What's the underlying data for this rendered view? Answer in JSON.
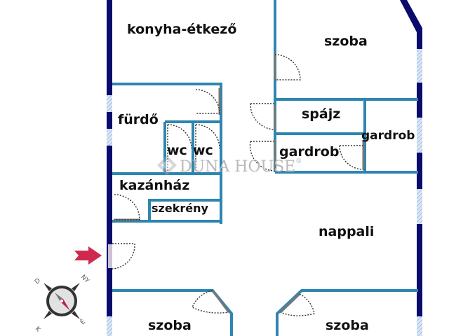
{
  "floorplan": {
    "rooms": [
      {
        "id": "konyha",
        "label": "konyha-étkező"
      },
      {
        "id": "szoba-top",
        "label": "szoba"
      },
      {
        "id": "furdo",
        "label": "fürdő"
      },
      {
        "id": "wc1",
        "label": "wc"
      },
      {
        "id": "wc2",
        "label": "wc"
      },
      {
        "id": "spajz",
        "label": "spájz"
      },
      {
        "id": "gardrob1",
        "label": "gardrob"
      },
      {
        "id": "gardrob2",
        "label": "gardrob"
      },
      {
        "id": "kazanhaz",
        "label": "kazánház"
      },
      {
        "id": "szekreny",
        "label": "szekrény"
      },
      {
        "id": "nappali",
        "label": "nappali"
      },
      {
        "id": "szoba-bl",
        "label": "szoba"
      },
      {
        "id": "szoba-br",
        "label": "szoba"
      }
    ],
    "entrance_arrow": "entrance-arrow-icon",
    "compass": {
      "labels": {
        "north": "É",
        "east": "K",
        "south": "D",
        "west": "NY"
      },
      "marker_labels": [
        "D",
        "NY",
        "K",
        "É"
      ]
    },
    "watermark": {
      "brand": "DUNA HOUSE",
      "registered": "®"
    },
    "colors": {
      "outer_wall": "#0b0b6e",
      "inner_wall": "#2e86b0",
      "window": "#a9c7e8",
      "door_arc": "#333333",
      "arrow": "#d0294f"
    }
  }
}
